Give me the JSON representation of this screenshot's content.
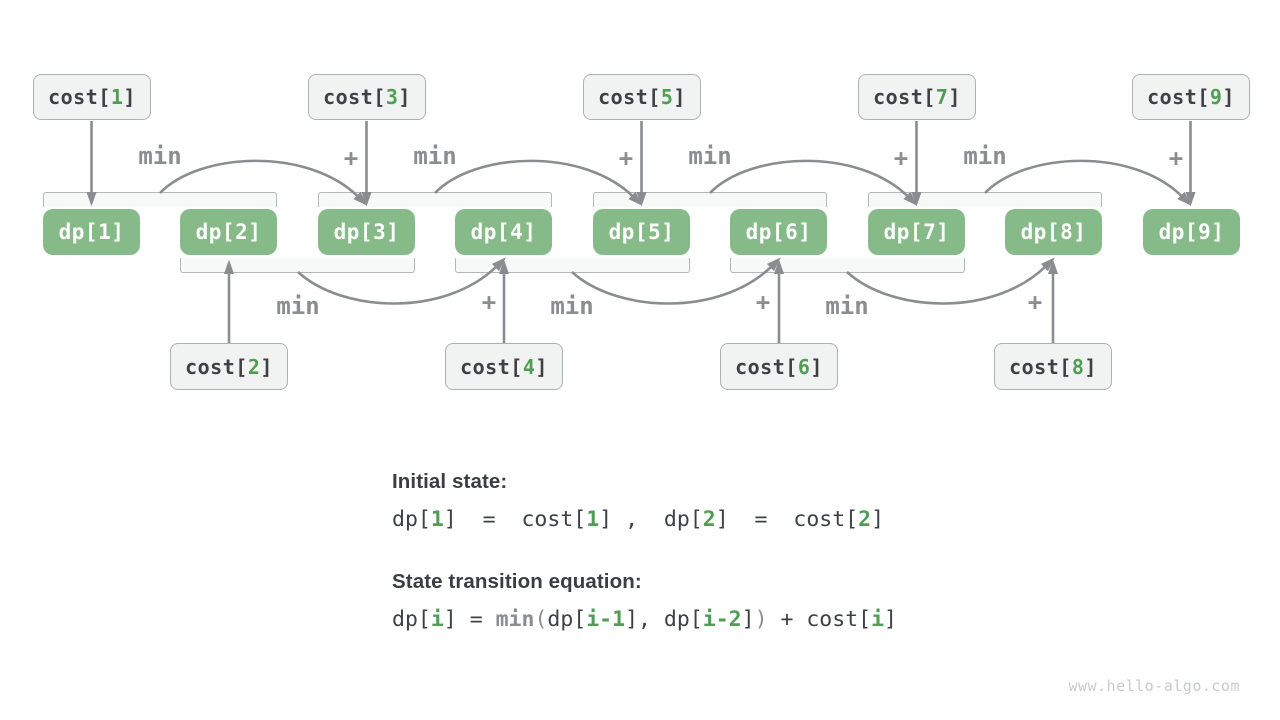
{
  "figure": {
    "dp_boxes": [
      {
        "label": "dp[1]"
      },
      {
        "label": "dp[2]"
      },
      {
        "label": "dp[3]"
      },
      {
        "label": "dp[4]"
      },
      {
        "label": "dp[5]"
      },
      {
        "label": "dp[6]"
      },
      {
        "label": "dp[7]"
      },
      {
        "label": "dp[8]"
      },
      {
        "label": "dp[9]"
      }
    ],
    "cost_top": [
      {
        "prefix": "cost[",
        "num": "1",
        "suffix": "]"
      },
      {
        "prefix": "cost[",
        "num": "3",
        "suffix": "]"
      },
      {
        "prefix": "cost[",
        "num": "5",
        "suffix": "]"
      },
      {
        "prefix": "cost[",
        "num": "7",
        "suffix": "]"
      },
      {
        "prefix": "cost[",
        "num": "9",
        "suffix": "]"
      }
    ],
    "cost_bottom": [
      {
        "prefix": "cost[",
        "num": "2",
        "suffix": "]"
      },
      {
        "prefix": "cost[",
        "num": "4",
        "suffix": "]"
      },
      {
        "prefix": "cost[",
        "num": "6",
        "suffix": "]"
      },
      {
        "prefix": "cost[",
        "num": "8",
        "suffix": "]"
      }
    ],
    "op_min": "min",
    "op_plus": "+"
  },
  "notes": {
    "initial_title": "Initial state:",
    "initial_tokens": [
      {
        "t": "dp[",
        "c": "d"
      },
      {
        "t": "1",
        "c": "g"
      },
      {
        "t": "]",
        "c": "d"
      },
      {
        "t": "  =  ",
        "c": "d"
      },
      {
        "t": "cost[",
        "c": "d"
      },
      {
        "t": "1",
        "c": "g"
      },
      {
        "t": "]",
        "c": "d"
      },
      {
        "t": " ,  ",
        "c": "d"
      },
      {
        "t": "dp[",
        "c": "d"
      },
      {
        "t": "2",
        "c": "g"
      },
      {
        "t": "]",
        "c": "d"
      },
      {
        "t": "  =  ",
        "c": "d"
      },
      {
        "t": "cost[",
        "c": "d"
      },
      {
        "t": "2",
        "c": "g"
      },
      {
        "t": "]",
        "c": "d"
      }
    ],
    "transition_title": "State transition equation:",
    "transition_tokens": [
      {
        "t": "dp[",
        "c": "d"
      },
      {
        "t": "i",
        "c": "g"
      },
      {
        "t": "]",
        "c": "d"
      },
      {
        "t": " = ",
        "c": "d"
      },
      {
        "t": "min",
        "c": "m"
      },
      {
        "t": "(",
        "c": "p"
      },
      {
        "t": "dp[",
        "c": "d"
      },
      {
        "t": "i-1",
        "c": "g"
      },
      {
        "t": "],",
        "c": "d"
      },
      {
        "t": " ",
        "c": "d"
      },
      {
        "t": "dp[",
        "c": "d"
      },
      {
        "t": "i-2",
        "c": "g"
      },
      {
        "t": "]",
        "c": "d"
      },
      {
        "t": ")",
        "c": "p"
      },
      {
        "t": " + ",
        "c": "d"
      },
      {
        "t": "cost[",
        "c": "d"
      },
      {
        "t": "i",
        "c": "g"
      },
      {
        "t": "]",
        "c": "d"
      }
    ]
  },
  "watermark": "www.hello-algo.com",
  "colors": {
    "dp_fill": "#86ba88",
    "cost_fill": "#f1f2f2",
    "cost_border": "#aeb1b3",
    "green_text": "#4f9e53",
    "dark_text": "#3d4145",
    "gray_label": "#8b8e90",
    "arrow": "#8a8d8f",
    "bracket_fill": "#f7f8f8",
    "bracket_border": "#b4b7b9",
    "watermark_gray": "#c8cacc"
  }
}
